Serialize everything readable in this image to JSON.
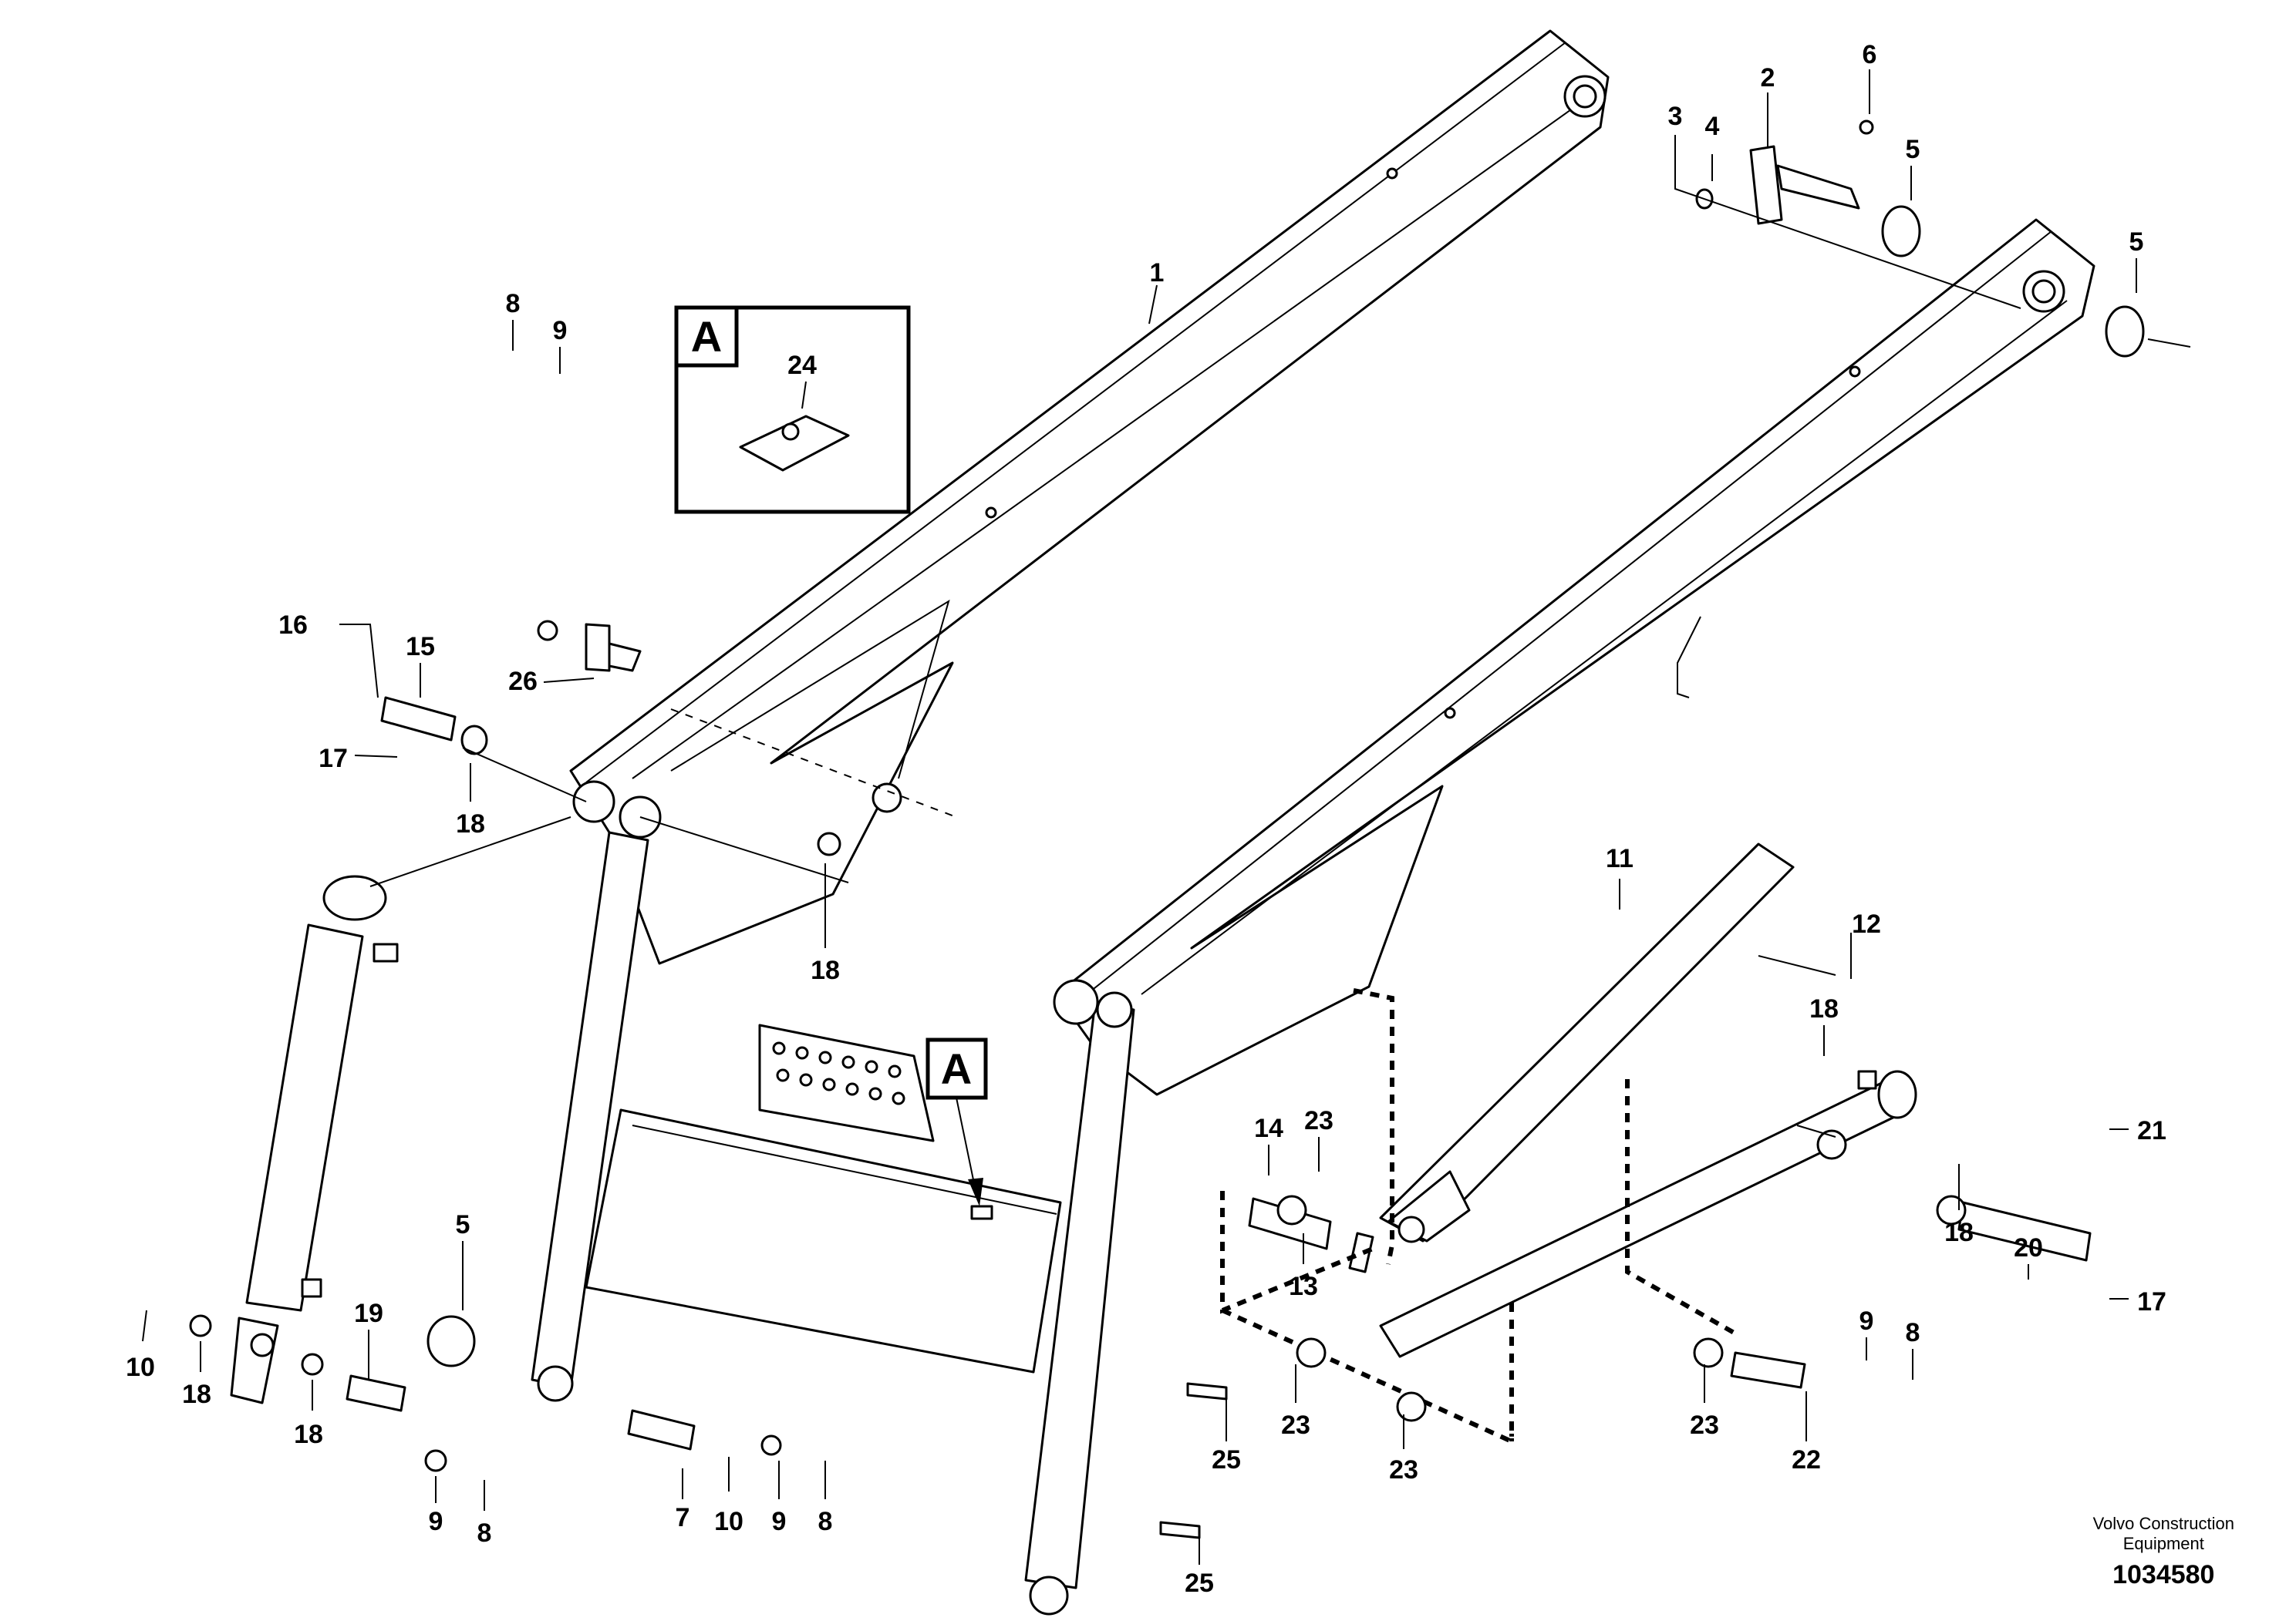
{
  "diagram": {
    "callouts": {
      "c1": "1",
      "c2": "2",
      "c3": "3",
      "c4": "4",
      "c5a": "5",
      "c5b": "5",
      "c5c": "5",
      "c6": "6",
      "c7": "7",
      "c8a": "8",
      "c8b": "8",
      "c8c": "8",
      "c8d": "8",
      "c9a": "9",
      "c9b": "9",
      "c9c": "9",
      "c9d": "9",
      "c10a": "10",
      "c10b": "10",
      "c11": "11",
      "c12": "12",
      "c13": "13",
      "c14": "14",
      "c15": "15",
      "c16": "16",
      "c17a": "17",
      "c17b": "17",
      "c18a": "18",
      "c18b": "18",
      "c18c": "18",
      "c18d": "18",
      "c18e": "18",
      "c18f": "18",
      "c19": "19",
      "c20": "20",
      "c21": "21",
      "c22": "22",
      "c23a": "23",
      "c23b": "23",
      "c23c": "23",
      "c23d": "23",
      "c24": "24",
      "c25a": "25",
      "c25b": "25",
      "c26": "26"
    },
    "detail_markers": {
      "inset_label": "A",
      "view_label": "A"
    }
  },
  "footer": {
    "brand_line1": "Volvo Construction",
    "brand_line2": "Equipment",
    "document_number": "1034580"
  }
}
